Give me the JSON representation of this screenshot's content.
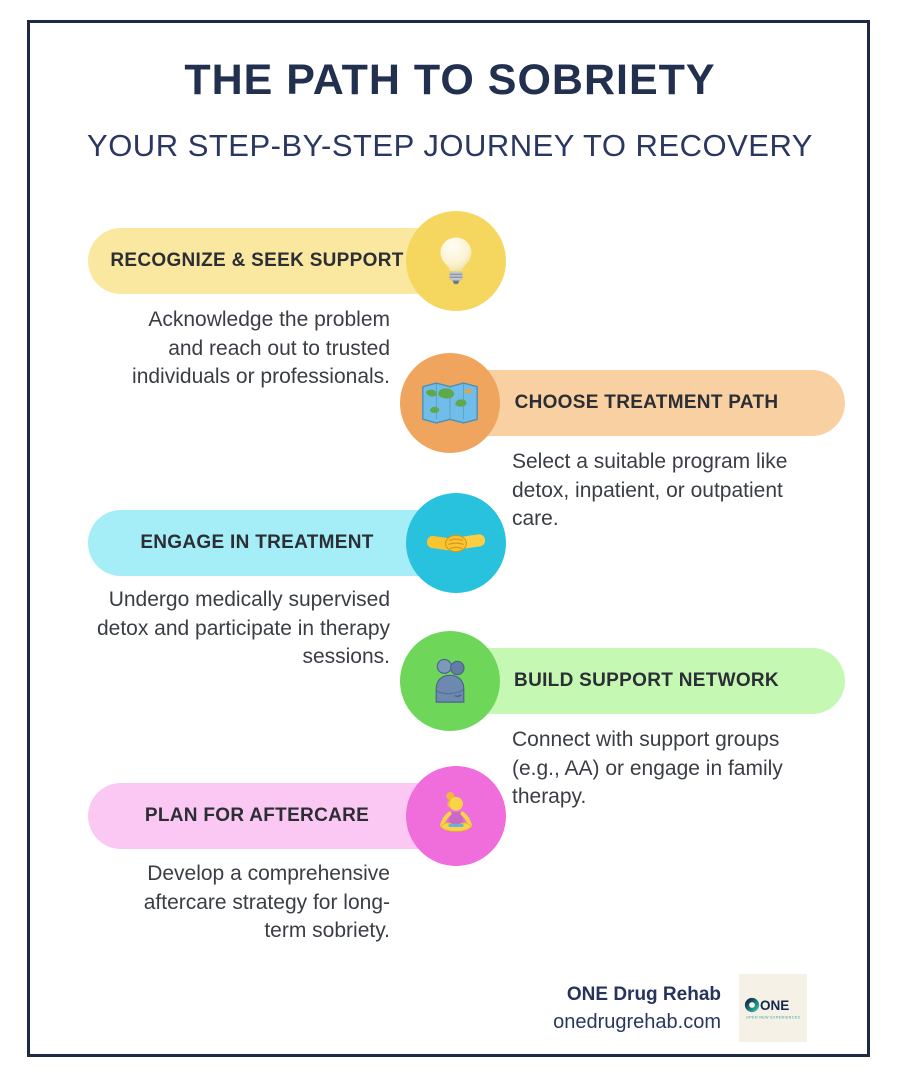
{
  "header": {
    "title": "THE PATH TO SOBRIETY",
    "subtitle": "YOUR STEP-BY-STEP JOURNEY TO RECOVERY"
  },
  "steps": [
    {
      "label": "RECOGNIZE & SEEK SUPPORT",
      "description": "Acknowledge the problem and reach out to trusted individuals or professionals.",
      "icon": "lightbulb-icon",
      "pill_color": "#FAE7A0",
      "circle_color": "#F5D75F",
      "align": "left"
    },
    {
      "label": "CHOOSE TREATMENT PATH",
      "description": "Select a suitable program like detox, inpatient, or outpatient care.",
      "icon": "world-map-icon",
      "pill_color": "#F9D0A2",
      "circle_color": "#F0A55F",
      "align": "right"
    },
    {
      "label": "ENGAGE IN TREATMENT",
      "description": "Undergo medically supervised detox and participate in therapy sessions.",
      "icon": "handshake-icon",
      "pill_color": "#A5EDF7",
      "circle_color": "#28C2DF",
      "align": "left"
    },
    {
      "label": "BUILD SUPPORT NETWORK",
      "description": "Connect with support groups (e.g., AA) or engage in family therapy.",
      "icon": "people-hugging-icon",
      "pill_color": "#C5F8B2",
      "circle_color": "#6ED75A",
      "align": "right"
    },
    {
      "label": "PLAN FOR AFTERCARE",
      "description": "Develop a comprehensive aftercare strategy for long-term sobriety.",
      "icon": "lotus-person-icon",
      "pill_color": "#FAC8F2",
      "circle_color": "#EF6EDC",
      "align": "left"
    }
  ],
  "footer": {
    "brand": "ONE Drug Rehab",
    "website": "onedrugrehab.com",
    "logo_text": "ONE",
    "logo_tagline": "OPEN NEW EXPERIENCES"
  },
  "colors": {
    "border_navy": "#1E2A44",
    "title_navy": "#22304F",
    "body_text": "#3A3E44",
    "logo_teal": "#27A59B",
    "logo_bg": "#F5F1E6"
  }
}
